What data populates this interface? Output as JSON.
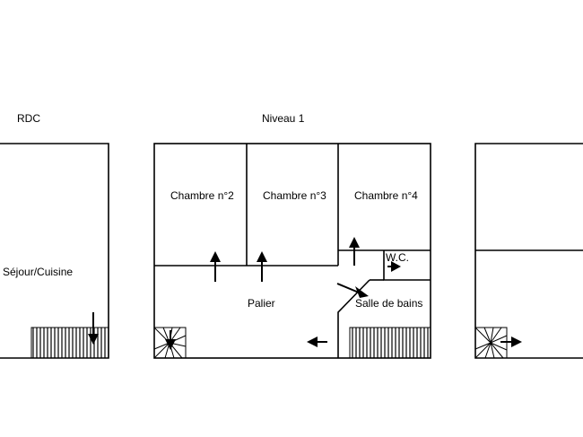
{
  "floors": [
    {
      "title": "RDC"
    },
    {
      "title": "Niveau 1"
    },
    {
      "title": ""
    }
  ],
  "rooms": {
    "sejour": "Séjour/Cuisine",
    "chambre2": "Chambre n°2",
    "chambre3": "Chambre n°3",
    "chambre4": "Chambre n°4",
    "wc": "W.C.",
    "palier": "Palier",
    "salle_de_bains": "Salle de bains"
  }
}
